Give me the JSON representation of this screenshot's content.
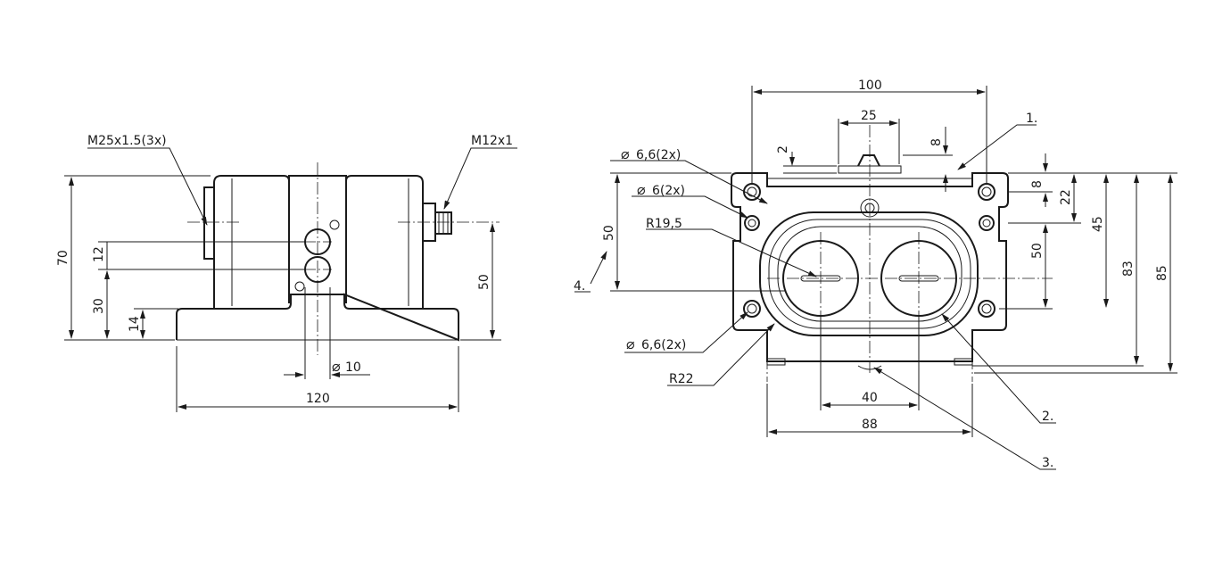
{
  "drawing": {
    "side_view": {
      "thread_left": "M25x1.5(3x)",
      "thread_right": "M12x1",
      "dim_height_total": "70",
      "dim_12": "12",
      "dim_30": "30",
      "dim_14": "14",
      "dim_50": "50",
      "dim_dia10": "10",
      "dim_width": "120"
    },
    "front_view": {
      "dim_100": "100",
      "dim_25": "25",
      "dim_2": "2",
      "dim_8_top": "8",
      "hole_66_top": "6,6(2x)",
      "hole_6": "6(2x)",
      "r195": "R19,5",
      "dim_50_left": "50",
      "label_4": "4.",
      "hole_66_bottom": "6,6(2x)",
      "r22": "R22",
      "dim_40": "40",
      "dim_88": "88",
      "label_1": "1.",
      "label_2": "2.",
      "label_3": "3.",
      "dim_8_right": "8",
      "dim_22": "22",
      "dim_50_right": "50",
      "dim_45": "45",
      "dim_83": "83",
      "dim_85": "85"
    },
    "diameter_symbol": "⌀"
  }
}
